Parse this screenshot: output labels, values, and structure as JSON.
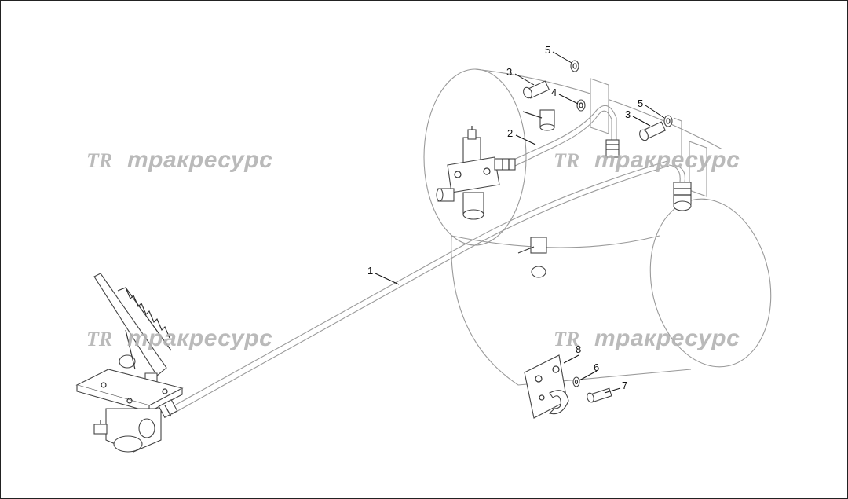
{
  "watermark": {
    "logo": "TR",
    "text": "тракресурс"
  },
  "callouts": {
    "c1": "1",
    "c2": "2",
    "c3a": "3",
    "c3b": "3",
    "c4": "4",
    "c5a": "5",
    "c5b": "5",
    "c6": "6",
    "c7": "7",
    "c8": "8"
  },
  "colors": {
    "line": "#8a8a8a",
    "line_dark": "#333333",
    "watermark": "#b3b3b3"
  }
}
